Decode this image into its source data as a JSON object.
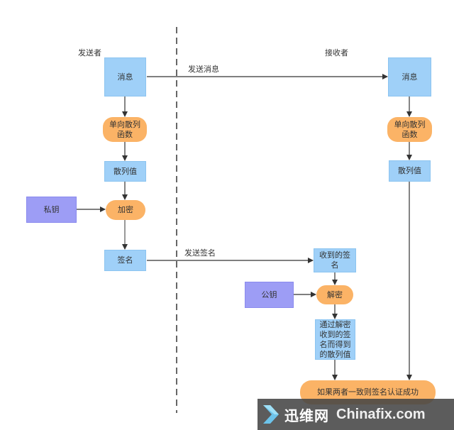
{
  "lanes": {
    "sender": "发送者",
    "receiver": "接收者"
  },
  "edge_labels": {
    "send_message": "发送消息",
    "send_signature": "发送签名"
  },
  "sender": {
    "message": "消息",
    "hash_func_line1": "单向散列",
    "hash_func_line2": "函数",
    "hash_value": "散列值",
    "private_key": "私钥",
    "encrypt": "加密",
    "signature": "签名"
  },
  "receiver": {
    "message": "消息",
    "hash_func_line1": "单向散列",
    "hash_func_line2": "函数",
    "hash_value": "散列值",
    "received_sig_line1": "收到的签",
    "received_sig_line2": "名",
    "public_key": "公钥",
    "decrypt": "解密",
    "decrypted_line1": "通过解密",
    "decrypted_line2": "收到的签",
    "decrypted_line3": "名而得到",
    "decrypted_line4": "的散列值",
    "result": "如果两者一致则签名认证成功"
  },
  "watermark": {
    "brand_cn": "迅维网",
    "brand_en": "Chinafix.com"
  },
  "colors": {
    "blue_box": "#9fd0f8",
    "purple_box": "#9d9df5",
    "orange_pill": "#fbb366",
    "arrow": "#333333"
  }
}
